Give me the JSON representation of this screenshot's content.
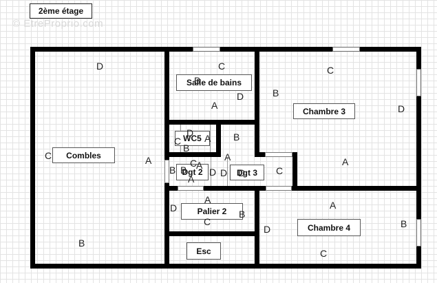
{
  "title": "2ème étage",
  "watermark": "© EtreProprio.com",
  "rooms": {
    "combles": "Combles",
    "salle_de_bains": "Salle de bains",
    "chambre3": "Chambre 3",
    "wc5": "WC5",
    "dgt2": "Dgt 2",
    "dgt3": "Dgt 3",
    "palier2": "Palier 2",
    "chambre4": "Chambre 4",
    "esc": "Esc"
  },
  "markers": [
    "D",
    "B",
    "C",
    "A",
    "B",
    "D",
    "C",
    "B",
    "A",
    "D",
    "A",
    "B",
    "C",
    "D",
    "A",
    "D",
    "B",
    "C",
    "B",
    "A",
    "A",
    "D",
    "C",
    "B",
    "A",
    "A",
    "B",
    "D",
    "C",
    "D",
    "C",
    "A",
    "D",
    "B",
    "C"
  ]
}
